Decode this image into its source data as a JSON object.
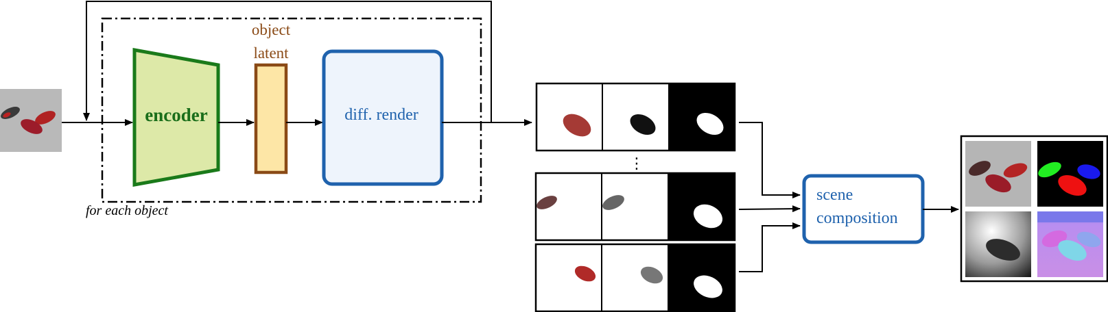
{
  "diagram": {
    "encoder_label": "encoder",
    "latent_label_line1": "object",
    "latent_label_line2": "latent",
    "render_label": "diff. render",
    "scene_label_line1": "scene",
    "scene_label_line2": "composition",
    "loop_label": "for each object",
    "ellipsis": "⋮"
  },
  "colors": {
    "encoder_fill": "#dde9a8",
    "encoder_stroke": "#1a7a1a",
    "latent_fill": "#fde6a6",
    "latent_stroke": "#8a4a16",
    "render_fill": "#eef4fc",
    "render_stroke": "#1f62ad",
    "scene_stroke": "#1f62ad"
  }
}
